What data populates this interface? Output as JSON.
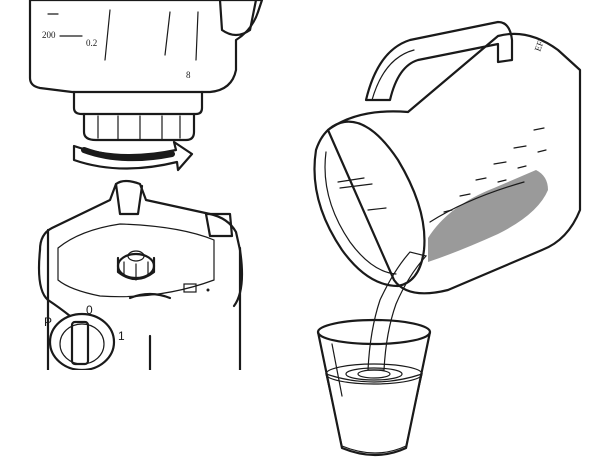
{
  "illustration": {
    "jar_scale": {
      "ml_label": "200",
      "liter_label": "0.2"
    },
    "base_dial": {
      "off_label": "0",
      "speed_label": "1",
      "pulse_label": "P"
    },
    "pitcher_mark": "EF",
    "colors": {
      "ink": "#1a1a1a",
      "jar_gray": "#b9b9b9",
      "liquid_gray": "#9a9a9a",
      "liquid_light": "#c9c9c9"
    },
    "icons": [
      "rotation-arrow-icon"
    ]
  }
}
